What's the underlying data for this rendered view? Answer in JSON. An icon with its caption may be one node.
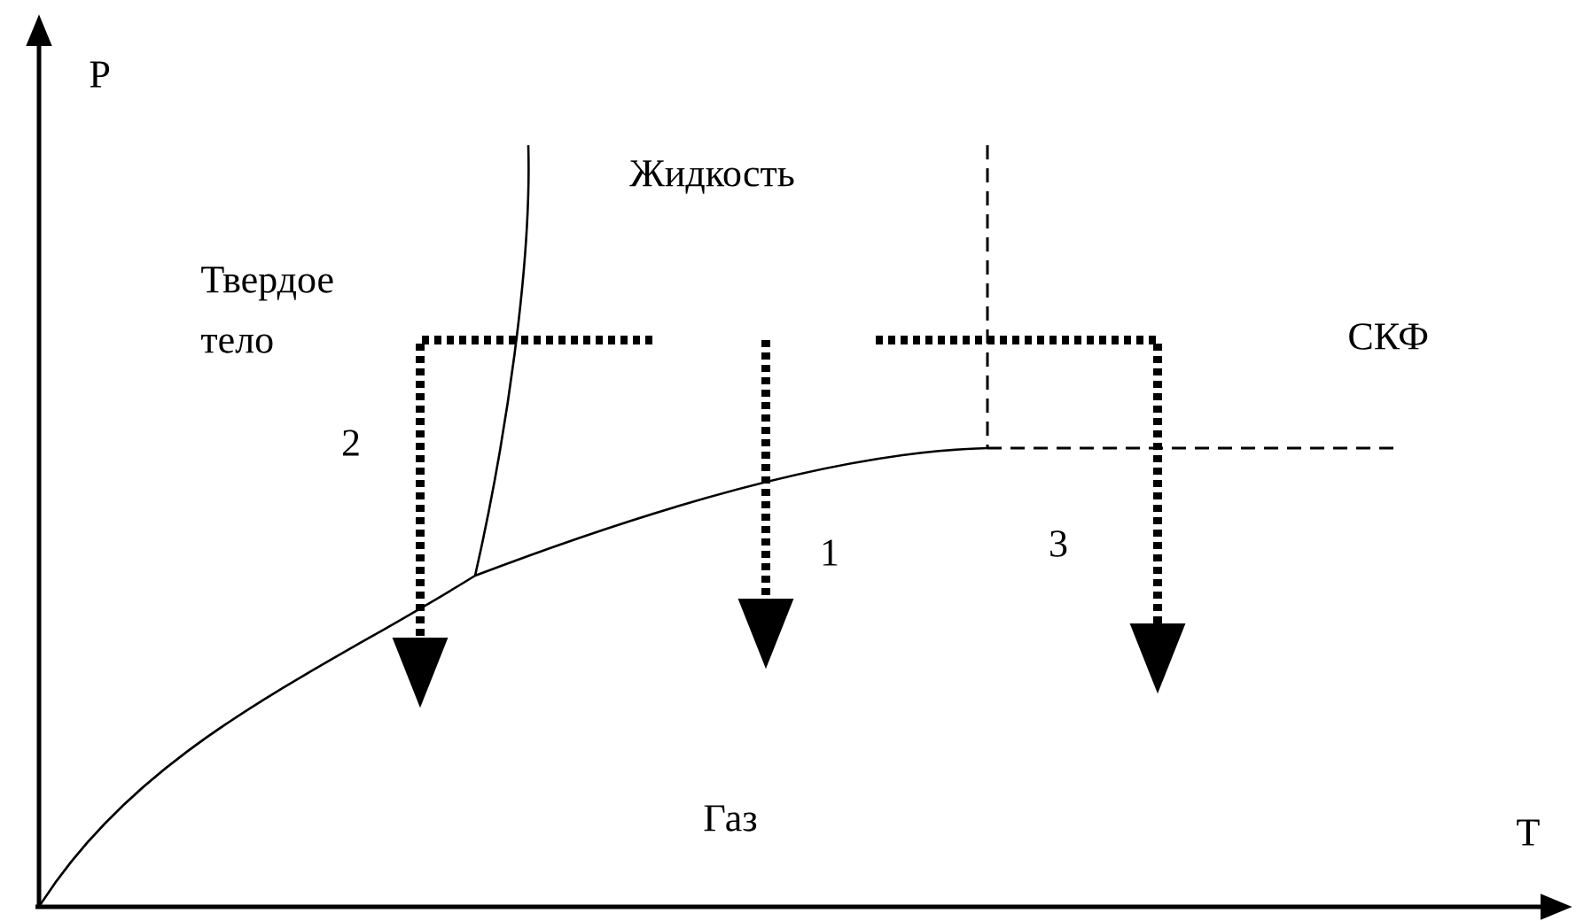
{
  "diagram": {
    "labels": [
      "P",
      "Жидкость",
      "Твердое тело",
      "СКФ",
      "2",
      "1",
      "3",
      "Газ",
      "T"
    ]
  }
}
